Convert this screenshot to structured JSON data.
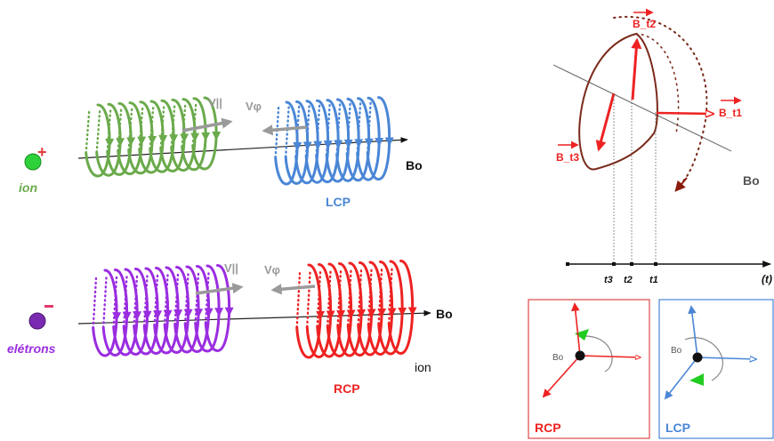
{
  "colors": {
    "ion": "#6aaa4b",
    "electron": "#9a2de0",
    "lcp": "#4a86d6",
    "rcp": "#ee2222",
    "gray_arrow": "#9a9a9a",
    "ellipse": "#7a2a1a",
    "dark": "#222222",
    "ion_dot": "#2fd13a",
    "electron_dot": "#7a2ab0",
    "green_arrowhead": "#22cc22"
  },
  "top_row": {
    "particle_label": "ion",
    "particle_sign": "+",
    "v_parallel": "V||",
    "v_phi": "Vφ",
    "field_label": "Bo",
    "coil_label": "LCP"
  },
  "bottom_row": {
    "particle_label": "elétrons",
    "particle_sign": "-",
    "v_parallel": "V||",
    "v_phi": "Vφ",
    "field_label": "Bo",
    "coil_label": "RCP",
    "note": "ion"
  },
  "ellipse_panel": {
    "b_t1": "B_t1",
    "b_t2": "B_t2",
    "b_t3": "B_t3",
    "field_label": "Bo",
    "ticks": [
      "t3",
      "t2",
      "t1"
    ],
    "axis_label": "(t)"
  },
  "boxes": {
    "rcp": {
      "label": "RCP",
      "center_label": "Bo"
    },
    "lcp": {
      "label": "LCP",
      "center_label": "Bo"
    }
  },
  "icons": [
    "arrowhead-icon",
    "plus-sign-icon",
    "minus-sign-icon",
    "arc-arrow-icon"
  ]
}
